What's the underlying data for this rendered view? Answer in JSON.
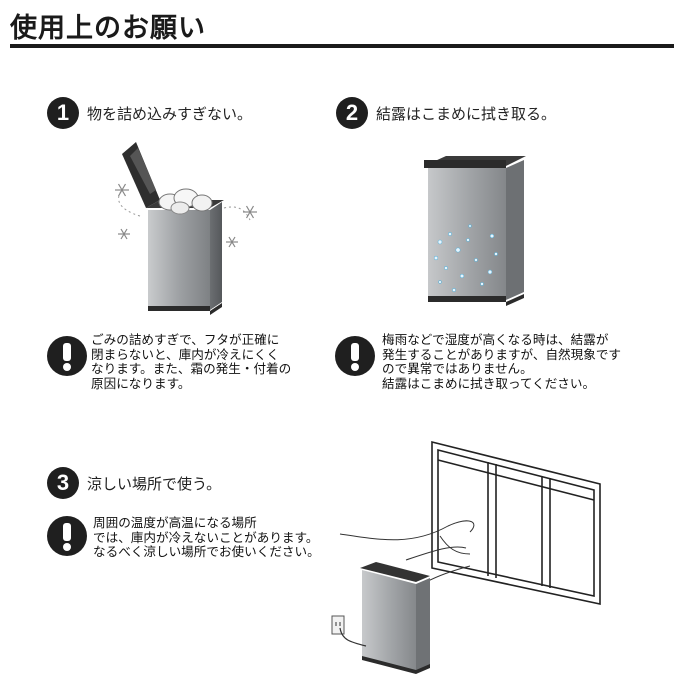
{
  "page": {
    "title": "使用上のお願い"
  },
  "items": [
    {
      "number": "1",
      "heading": "物を詰め込みすぎない。",
      "note": "ごみの詰めすぎで、フタが正確に\n閉まらないと、庫内が冷えにくく\nなります。また、霜の発生・付着の\n原因になります。"
    },
    {
      "number": "2",
      "heading": "結露はこまめに拭き取る。",
      "note": "梅雨などで湿度が高くなる時は、結露が\n発生することがありますが、自然現象です\nので異常ではありません。\n結露はこまめに拭き取ってください。"
    },
    {
      "number": "3",
      "heading": "涼しい場所で使う。",
      "note": "周囲の温度が高温になる場所\nでは、庫内が冷えないことがあります。\nなるべく涼しい場所でお使いください。"
    }
  ],
  "colors": {
    "ink": "#1a1a1a",
    "bin_silver": "#a9acaf",
    "bin_dark": "#2b2b2b"
  },
  "icons": [
    "number-badge",
    "exclamation-icon",
    "snowflake-icon",
    "window-illustration",
    "power-outlet-icon"
  ]
}
